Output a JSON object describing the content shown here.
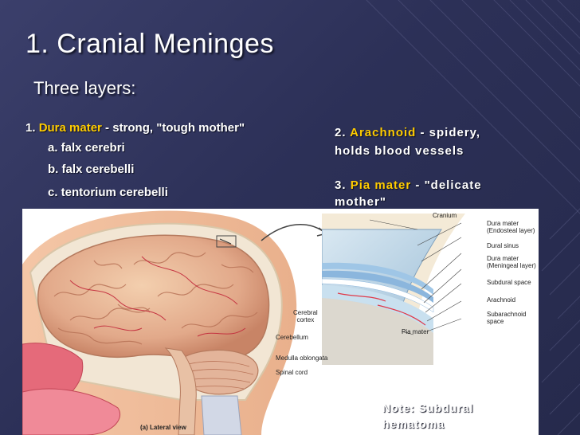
{
  "slide": {
    "title": "1.  Cranial Meninges",
    "subtitle": "Three layers:"
  },
  "layer1": {
    "number": "1.",
    "term": "Dura mater",
    "desc": " - strong, \"tough mother\"",
    "items": [
      "a. falx cerebri",
      "b. falx cerebelli",
      "c. tentorium cerebelli"
    ]
  },
  "layer2": {
    "number": "2.",
    "term": "Arachnoid",
    "desc": " - spidery,",
    "desc2": "holds blood vessels"
  },
  "layer3": {
    "number": "3.",
    "term": "Pia mater",
    "desc": " - \"delicate",
    "desc2": "mother\""
  },
  "figure": {
    "brain_labels": {
      "cerebral_cortex_1": "Cerebral",
      "cerebral_cortex_2": "cortex",
      "cerebellum": "Cerebellum",
      "medulla": "Medulla oblongata",
      "spinal_cord": "Spinal cord",
      "caption": "(a) Lateral view"
    },
    "layer_labels": {
      "cranium": "Cranium",
      "dura_endosteal_1": "Dura mater",
      "dura_endosteal_2": "(Endosteal layer)",
      "dural_sinus": "Dural sinus",
      "dura_meningeal_1": "Dura mater",
      "dura_meningeal_2": "(Meningeal layer)",
      "subdural": "Subdural space",
      "arachnoid": "Arachnoid",
      "subarachnoid_1": "Subarachnoid",
      "subarachnoid_2": "space",
      "pia": "Pia mater"
    }
  },
  "note": {
    "line1": "Note: Subdural",
    "line2": "hematoma"
  },
  "colors": {
    "background": "#2c3057",
    "accent": "#ffcc00",
    "text": "#ffffff"
  }
}
